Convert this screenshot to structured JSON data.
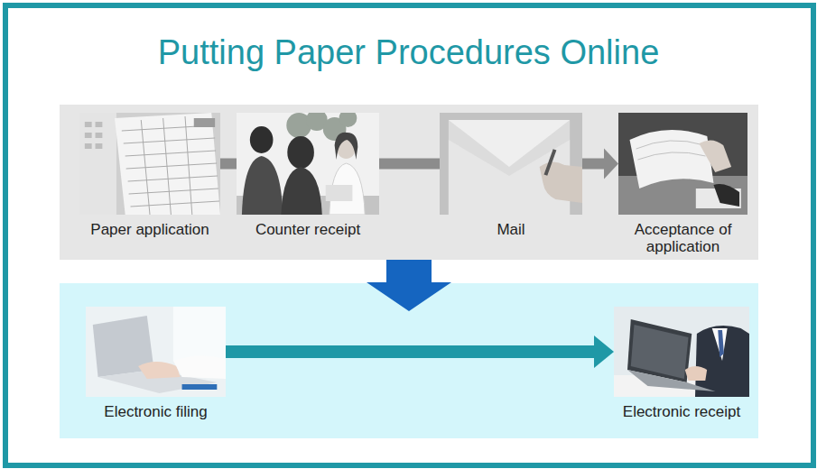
{
  "diagram": {
    "title": "Putting Paper Procedures Online",
    "nodes": [
      {
        "text": [
          "Paper application"
        ]
      },
      {
        "text": [
          "Counter receipt"
        ]
      },
      {
        "text": [
          "Mail"
        ]
      },
      {
        "text": [
          "Acceptance of application"
        ]
      },
      {
        "text": [
          "Electronic filing"
        ]
      },
      {
        "text": [
          "Electronic receipt"
        ]
      }
    ],
    "edges": [
      {
        "from": 0,
        "to": 1,
        "arrow": "none"
      },
      {
        "from": 1,
        "to": 2,
        "arrow": "none"
      },
      {
        "from": 2,
        "to": 3,
        "arrow": "to"
      },
      {
        "from": 4,
        "to": 5,
        "arrow": "to"
      }
    ]
  }
}
